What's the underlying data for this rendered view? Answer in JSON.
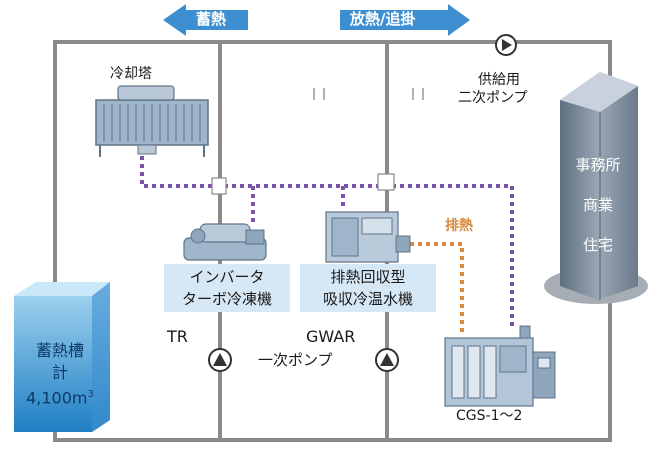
{
  "arrows": {
    "storage": "蓄熱",
    "discharge": "放熱/追掛"
  },
  "cooling_tower": "冷却塔",
  "supply_pump": [
    "供給用",
    "二次ポンプ"
  ],
  "building_uses": [
    "事務所",
    "商業",
    "住宅"
  ],
  "exhaust_heat": "排熱",
  "inverter_chiller": [
    "インバータ",
    "ターボ冷凍機"
  ],
  "absorption_chiller": [
    "排熱回収型",
    "吸収冷温水機"
  ],
  "tr_label": "TR",
  "gwar_label": "GWAR",
  "primary_pump": "一次ポンプ",
  "cgs_label": "CGS-1～2",
  "tank": {
    "name": "蓄熱槽",
    "total": "計",
    "volume": "4,100m",
    "volume_sup": "3"
  },
  "colors": {
    "pipe": "#888888",
    "signal": "#7b52a6",
    "exhaust": "#d98a3c",
    "arrow_fill": "#3d8fd1",
    "label_box": "#d6e7f5"
  }
}
